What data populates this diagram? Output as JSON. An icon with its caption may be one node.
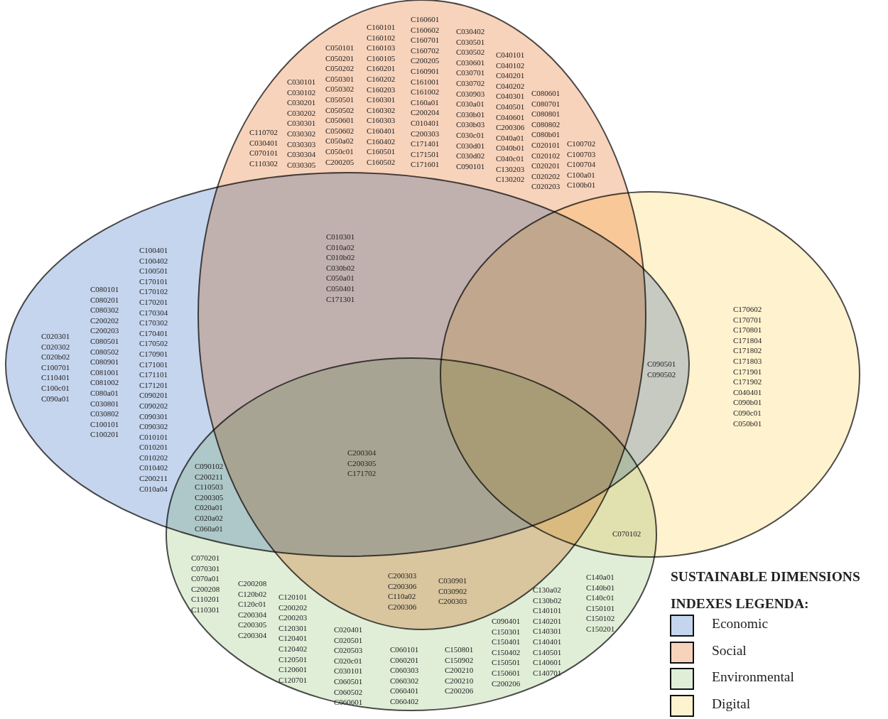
{
  "diagram": {
    "title": "SUSTAINABLE DIMENSIONS INDEXES LEGENDA:",
    "labels": [
      "C110702 C030401 C070101 C110302",
      "C030101 C030102 C030201 C030202 C030301 C030302 C030303 C030304 C030305",
      "C050101 C050201 C050202 C050301 C050302 C050501 C050502 C050601 C050602 C050a02 C050c01 C200205",
      "C160101 C160102 C160103 C160105 C160201 C160202 C160203 C160301 C160302 C160303 C160401 C160402 C160501 C160502",
      "C160601 C160602 C160701 C160702 C200205 C160901 C161001 C161002 C160a01 C200204 C010401 C200303 C171401 C171501 C171601",
      "C030402 C030501 C030502 C030601 C030701 C030702 C030903 C030a01 C030b01 C030b03 C030c01 C030d01 C030d02 C090101",
      "C040101 C040102 C040201 C040202 C040301 C040501 C040601 C200306 C040a01 C040b01 C040c01 C130203 C130202",
      "C080601 C080701 C080801 C080802 C080b01 C020101 C020102 C020201 C020202 C020203",
      "C100702 C100703 C100704 C100a01 C100b01",
      "C020301 C020302 C020b02 C100701 C110401 C100c01 C090a01",
      "C080101 C080201 C080302 C200202 C200203 C080501 C080502 C080901 C081001 C081002 C080a01 C030801 C030802 C100101 C100201",
      "C100401 C100402 C100501 C170101 C170102 C170201 C170304 C170302 C170401 C170502 C170901 C171001 C171101 C171201 C090201 C090202 C090301 C090302 C010101 C010201 C010202 C010402 C200211 C010a04",
      "C010301 C010a02 C010b02 C030b02 C050a01 C050401 C171301",
      "C090501 C090502",
      "C170602 C170701 C170801 C171804 C171802 C171803 C171901 C171902 C040401 C090b01 C090c01 C050b01",
      "C200304 C200305 C171702",
      "C090102 C200211 C110503 C200305 C020a01 C020a02 C060a01",
      "C070102",
      "C070201 C070301 C070a01 C200208 C110201 C110301",
      "C200208 C120b02 C120c01 C200304 C200305 C200304",
      "C120101 C200202 C200203 C120301 C120401 C120402 C120501 C120601 C120701",
      "C020401 C020501 C020503 C020c01 C030101 C060501 C060502 C060601",
      "C200303 C200306 C110a02 C200306",
      "C030901 C030902 C200303",
      "C060101 C060201 C060303 C060302 C060401 C060402",
      "C150801 C150902 C200210 C200210 C200206",
      "C090401 C150301 C150401 C150402 C150501 C150601 C200206",
      "C130a02 C130b02 C140101 C140201 C140301 C140401 C140501 C140601 C140701",
      "C140a01 C140b01 C140c01 C150101 C150102 C150201"
    ],
    "legend": [
      {
        "text": "Economic",
        "color": "#c6d5ee"
      },
      {
        "text": "Social",
        "color": "#f8d3bb"
      },
      {
        "text": "Environmental",
        "color": "#e0eed8"
      },
      {
        "text": "Digital",
        "color": "#fff2cf"
      }
    ]
  }
}
